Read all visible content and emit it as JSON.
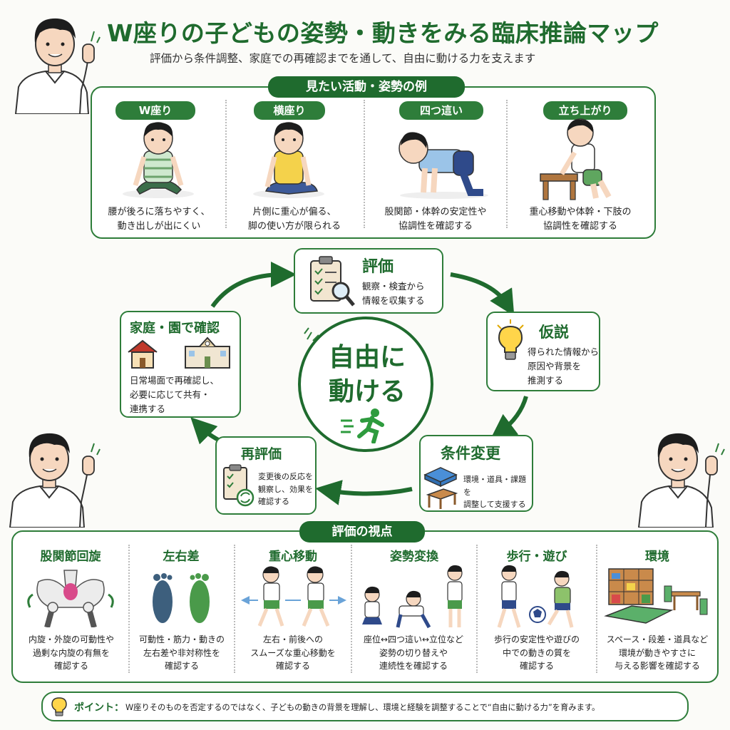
{
  "header": {
    "title": "W座りの子どもの姿勢・動きをみる臨床推論マップ",
    "subtitle": "評価から条件調整、家庭での再確認までを通して、自由に動ける力を支えます"
  },
  "activities": {
    "heading": "見たい活動・姿勢の例",
    "items": [
      {
        "label": "W座り",
        "caption_1": "腰が後ろに落ちやすく、",
        "caption_2": "動き出しが出にくい"
      },
      {
        "label": "横座り",
        "caption_1": "片側に重心が偏る、",
        "caption_2": "脚の使い方が限られる"
      },
      {
        "label": "四つ這い",
        "caption_1": "股関節・体幹の安定性や",
        "caption_2": "協調性を確認する"
      },
      {
        "label": "立ち上がり",
        "caption_1": "重心移動や体幹・下肢の",
        "caption_2": "協調性を確認する"
      }
    ]
  },
  "cycle": {
    "center_1": "自由に",
    "center_2": "動ける",
    "steps": {
      "eval": {
        "title": "評価",
        "text_1": "観察・検査から",
        "text_2": "情報を収集する"
      },
      "hypo": {
        "title": "仮説",
        "text_1": "得られた情報から",
        "text_2": "原因や背景を",
        "text_3": "推測する"
      },
      "cond": {
        "title": "条件変更",
        "text_1": "環境・道具・課題を",
        "text_2": "調整して支援する"
      },
      "reeval": {
        "title": "再評価",
        "text_1": "変更後の反応を",
        "text_2": "観察し、効果を",
        "text_3": "確認する"
      },
      "home": {
        "title": "家庭・園で確認",
        "text_1": "日常場面で再確認し、",
        "text_2": "必要に応じて共有・",
        "text_3": "連携する"
      }
    }
  },
  "viewpoints": {
    "heading": "評価の視点",
    "items": [
      {
        "title": "股関節回旋",
        "text_1": "内旋・外旋の可動性や",
        "text_2": "過剰な内旋の有無を",
        "text_3": "確認する"
      },
      {
        "title": "左右差",
        "text_1": "可動性・筋力・動きの",
        "text_2": "左右差や非対称性を",
        "text_3": "確認する"
      },
      {
        "title": "重心移動",
        "text_1": "左右・前後への",
        "text_2": "スムーズな重心移動を",
        "text_3": "確認する"
      },
      {
        "title": "姿勢変換",
        "text_1": "座位↔四つ這い↔立位など",
        "text_2": "姿勢の切り替えや",
        "text_3": "連続性を確認する"
      },
      {
        "title": "歩行・遊び",
        "text_1": "歩行の安定性や遊びの",
        "text_2": "中での動きの質を",
        "text_3": "確認する"
      },
      {
        "title": "環境",
        "text_1": "スペース・段差・道具など",
        "text_2": "環境が動きやすさに",
        "text_3": "与える影響を確認する"
      }
    ]
  },
  "point": {
    "label": "ポイント：",
    "text": "W座りそのものを否定するのではなく、子どもの動きの背景を理解し、環境と経験を調整することで“自由に動ける力”を育みます。"
  },
  "colors": {
    "brand": "#1f6b2e",
    "accent": "#2e7d3a",
    "background": "#fbfbf8"
  }
}
